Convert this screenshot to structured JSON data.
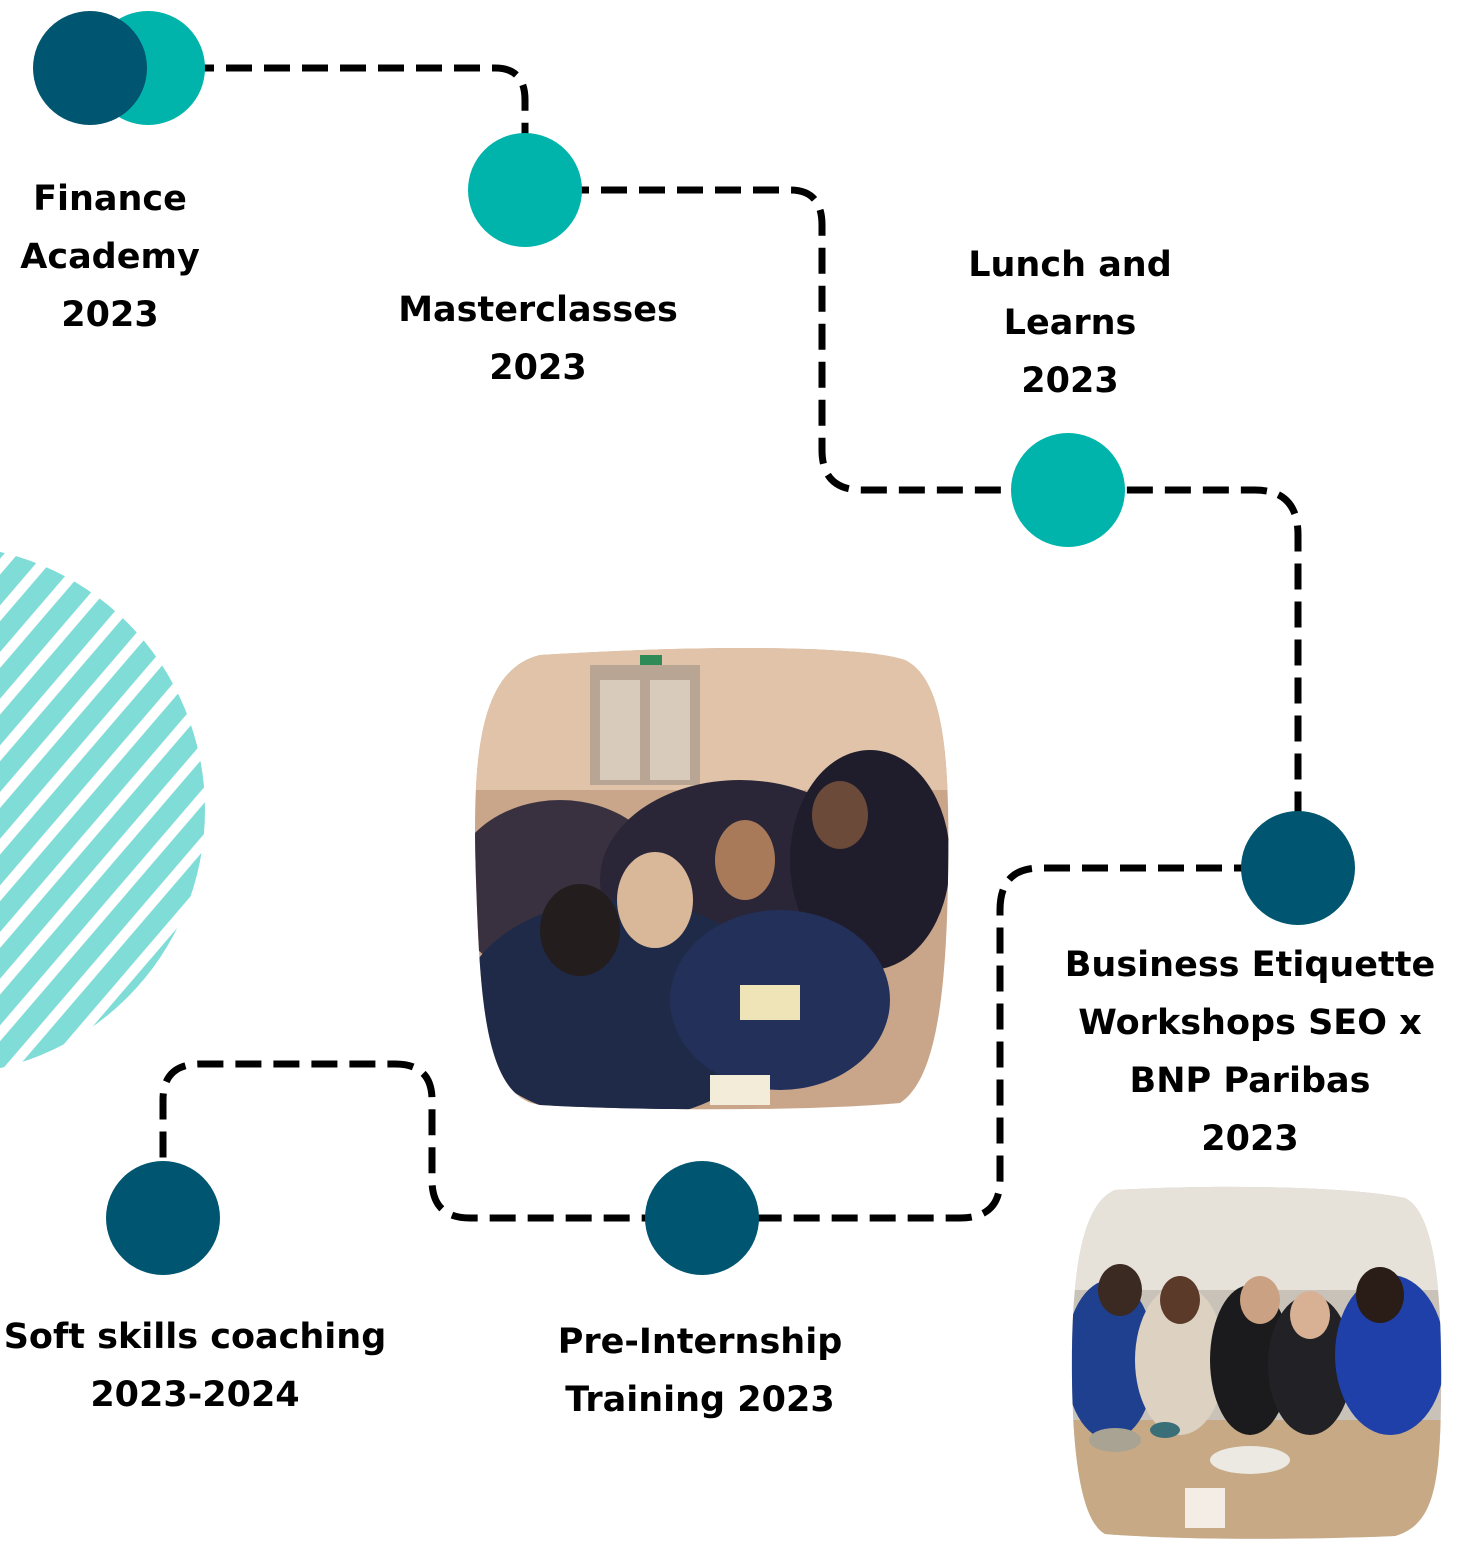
{
  "colors": {
    "teal": "#00b4ac",
    "navy": "#005570",
    "stripe": "#7fdcd6",
    "path": "#000000"
  },
  "milestones": [
    {
      "id": "finance-academy",
      "lines": [
        "Finance",
        "Academy",
        "2023"
      ],
      "color": "teal"
    },
    {
      "id": "masterclasses",
      "lines": [
        "Masterclasses",
        "2023"
      ],
      "color": "teal"
    },
    {
      "id": "lunch-and-learns",
      "lines": [
        "Lunch and",
        "Learns",
        "2023"
      ],
      "color": "teal"
    },
    {
      "id": "business-etiquette",
      "lines": [
        "Business Etiquette",
        "Workshops SEO x",
        "BNP Paribas",
        "2023"
      ],
      "color": "navy"
    },
    {
      "id": "pre-internship",
      "lines": [
        "Pre-Internship",
        "Training 2023"
      ],
      "color": "navy"
    },
    {
      "id": "soft-skills",
      "lines": [
        "Soft skills coaching",
        "2023-2024"
      ],
      "color": "navy"
    }
  ],
  "photos": [
    {
      "id": "seminar-photo",
      "subject": "students seated in a conference room taking notes"
    },
    {
      "id": "etiquette-photo",
      "subject": "students around a dining table at an etiquette workshop"
    }
  ]
}
